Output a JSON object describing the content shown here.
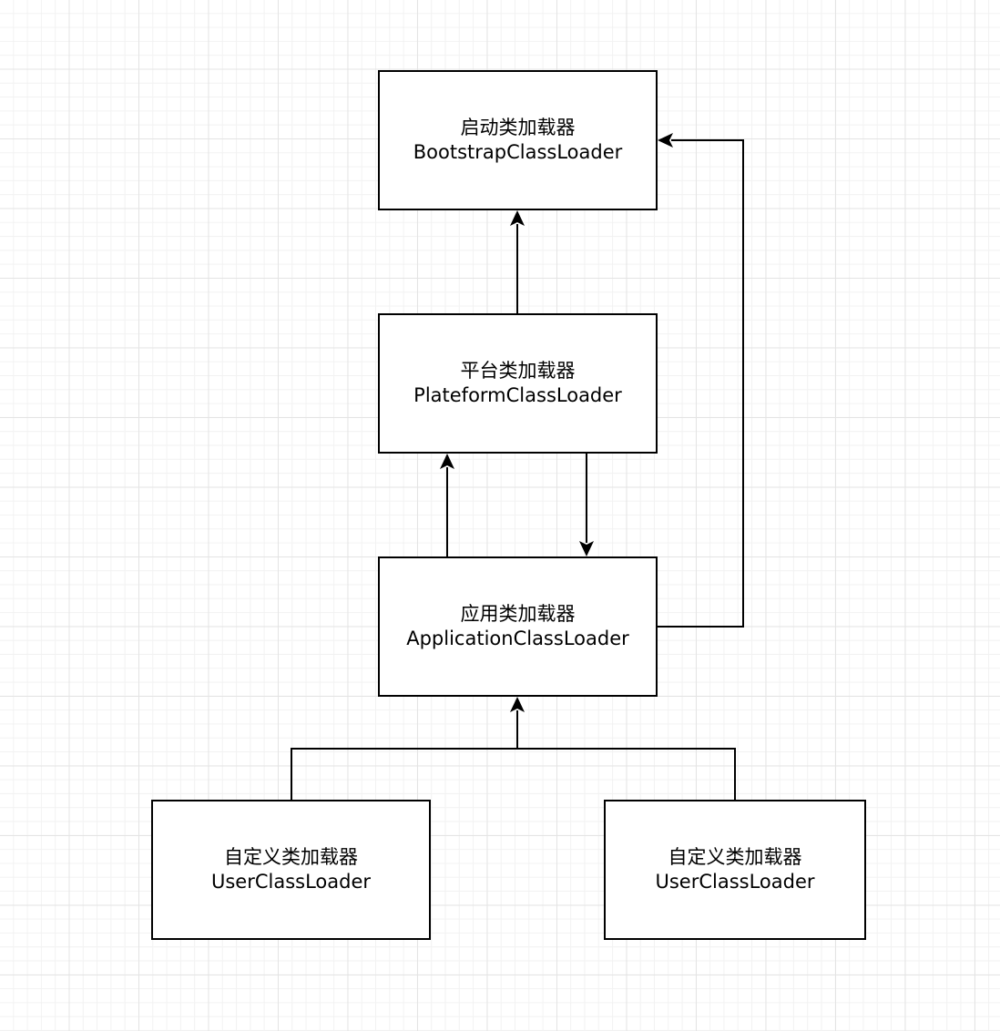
{
  "diagram": {
    "nodes": [
      {
        "id": "bootstrap",
        "zh": "启动类加载器",
        "en": "BootstrapClassLoader"
      },
      {
        "id": "platform",
        "zh": "平台类加载器",
        "en": "PlateformClassLoader"
      },
      {
        "id": "application",
        "zh": "应用类加载器",
        "en": "ApplicationClassLoader"
      },
      {
        "id": "user-1",
        "zh": "自定义类加载器",
        "en": "UserClassLoader"
      },
      {
        "id": "user-2",
        "zh": "自定义类加载器",
        "en": "UserClassLoader"
      }
    ],
    "edges": [
      {
        "from": "platform",
        "to": "bootstrap"
      },
      {
        "from": "application",
        "to": "platform"
      },
      {
        "from": "platform",
        "to": "application"
      },
      {
        "from": "application",
        "to": "bootstrap"
      },
      {
        "from": "user-1",
        "to": "application"
      },
      {
        "from": "user-2",
        "to": "application"
      }
    ],
    "colors": {
      "line": "#000000",
      "node_border": "#000000",
      "node_fill": "#ffffff",
      "grid": "#e4e4e4"
    }
  }
}
